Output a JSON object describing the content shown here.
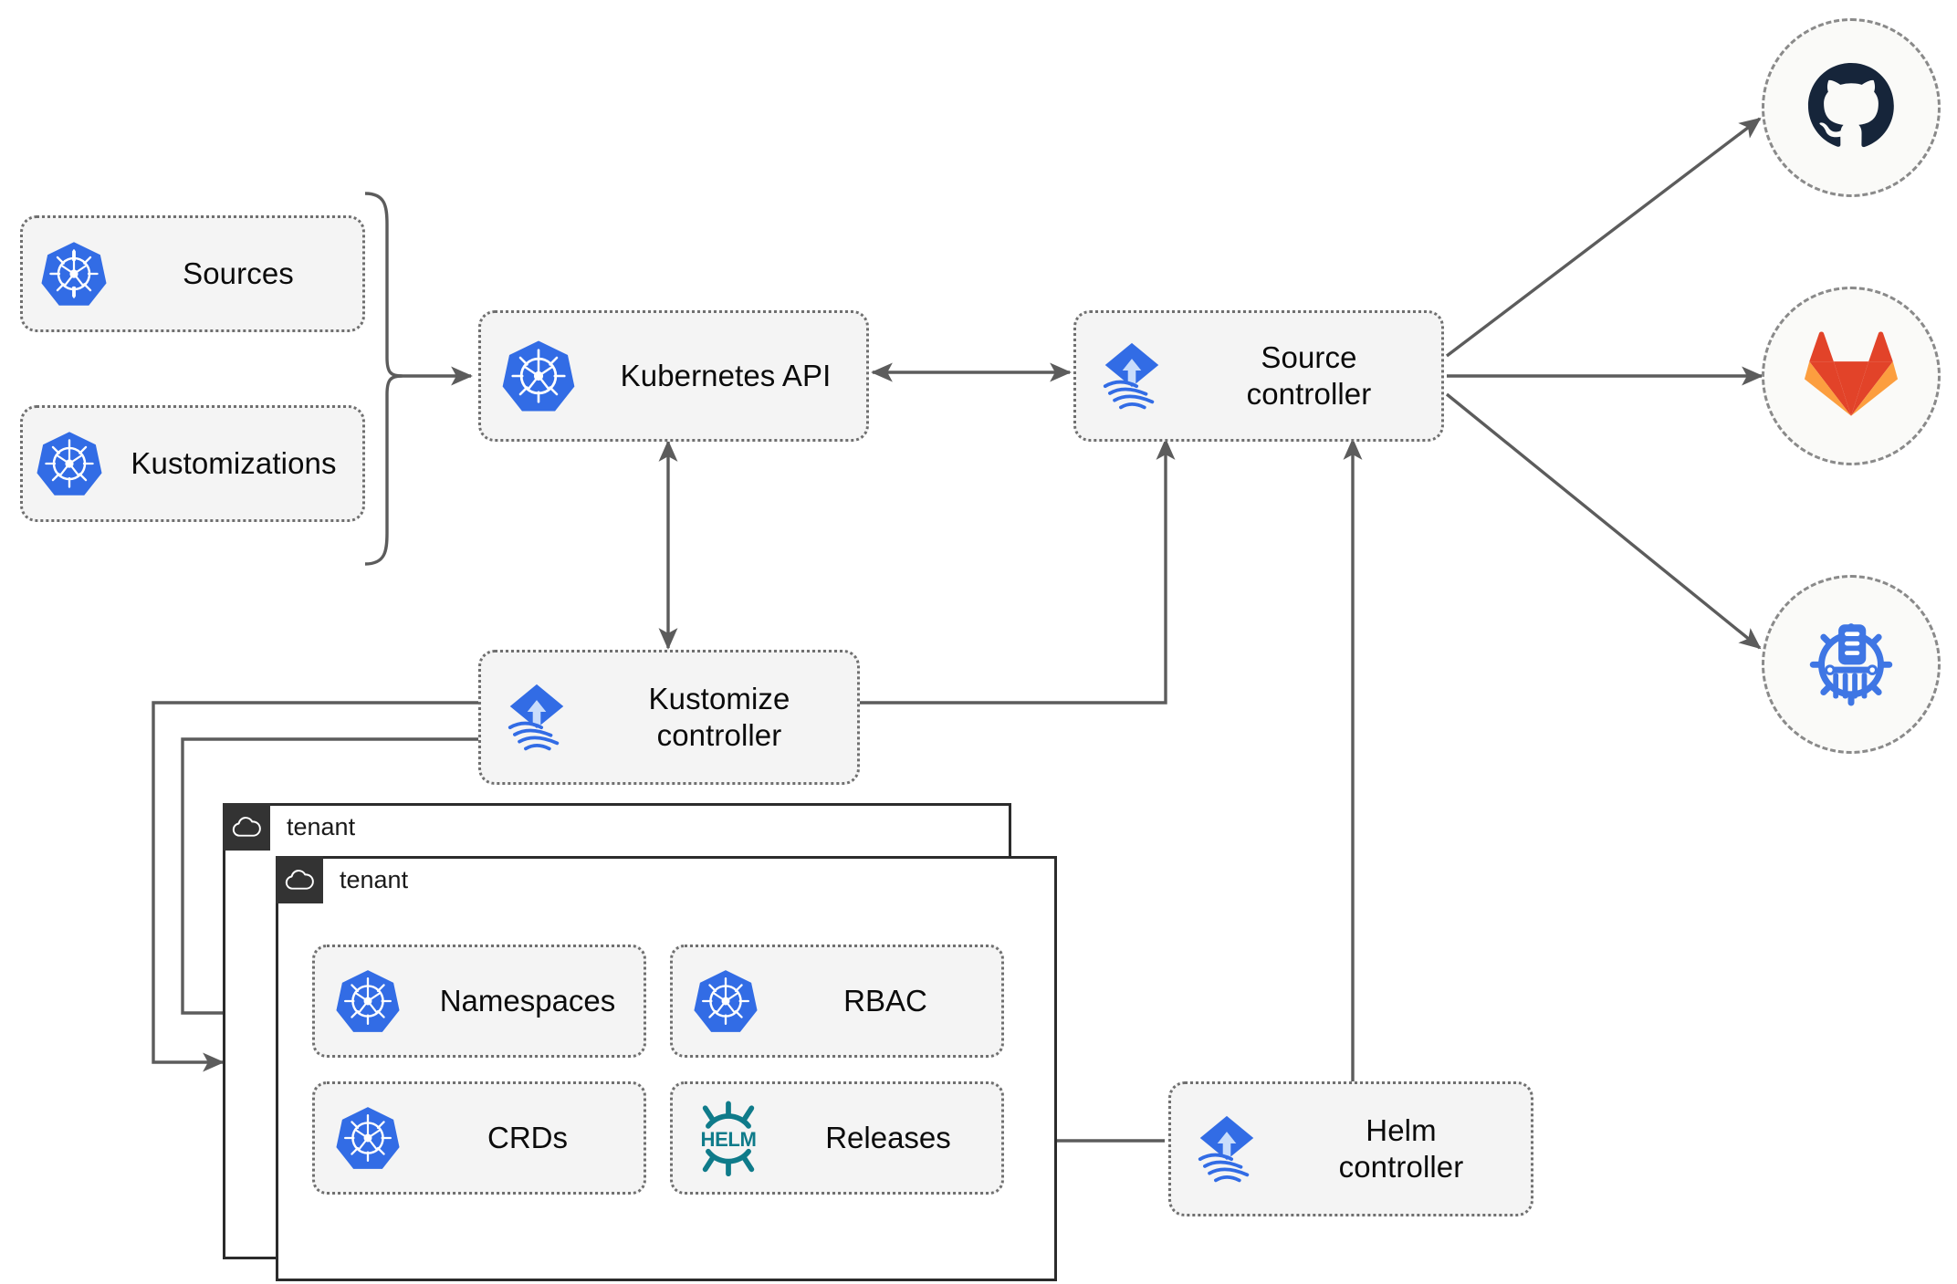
{
  "diagram": {
    "title": "Flux GitOps toolkit architecture",
    "colors": {
      "kubernetes_blue": "#326ce5",
      "flux_blue": "#326ce5",
      "helm_teal": "#0f7b8a",
      "github_navy": "#16253a",
      "gitlab_orange_dark": "#e24329",
      "gitlab_orange_light": "#fc9e3f",
      "bucket_blue": "#3f76e4",
      "node_fill": "#f4f4f4",
      "node_border": "#6f6f6f",
      "edge_stroke": "#5c5c5c",
      "tenant_border": "#2b2b2b",
      "tenant_tab_bg": "#333333"
    }
  },
  "resources": [
    {
      "id": "sources",
      "label": "Sources",
      "icon": "kubernetes-icon"
    },
    {
      "id": "kustomizations",
      "label": "Kustomizations",
      "icon": "kubernetes-icon"
    }
  ],
  "controllers": [
    {
      "id": "kubernetes-api",
      "label": "Kubernetes API",
      "icon": "kubernetes-icon"
    },
    {
      "id": "source-controller",
      "label": "Source\ncontroller",
      "icon": "flux-icon"
    },
    {
      "id": "kustomize-controller",
      "label": "Kustomize\ncontroller",
      "icon": "flux-icon"
    },
    {
      "id": "helm-controller",
      "label": "Helm\ncontroller",
      "icon": "flux-icon"
    }
  ],
  "artifact_sources": [
    {
      "id": "github",
      "label": "github-icon",
      "icon": "github-icon"
    },
    {
      "id": "gitlab",
      "label": "gitlab-icon",
      "icon": "gitlab-icon"
    },
    {
      "id": "helm-repo",
      "label": "helm-repository-icon",
      "icon": "helm-repository-icon"
    }
  ],
  "tenants": [
    {
      "id": "tenant-outer",
      "label": "tenant",
      "icon": "cloud-icon"
    },
    {
      "id": "tenant-inner",
      "label": "tenant",
      "icon": "cloud-icon"
    }
  ],
  "tenant_resources": [
    {
      "id": "namespaces",
      "label": "Namespaces",
      "icon": "kubernetes-icon"
    },
    {
      "id": "rbac",
      "label": "RBAC",
      "icon": "kubernetes-icon"
    },
    {
      "id": "crds",
      "label": "CRDs",
      "icon": "kubernetes-icon"
    },
    {
      "id": "releases",
      "label": "Releases",
      "icon": "helm-icon"
    }
  ],
  "edges": [
    {
      "from": "sources-kustomizations-bracket",
      "to": "kubernetes-api",
      "direction": "forward"
    },
    {
      "from": "kubernetes-api",
      "to": "source-controller",
      "direction": "both"
    },
    {
      "from": "kubernetes-api",
      "to": "kustomize-controller",
      "direction": "both"
    },
    {
      "from": "kustomize-controller",
      "to": "source-controller",
      "direction": "forward"
    },
    {
      "from": "helm-controller",
      "to": "source-controller",
      "direction": "forward"
    },
    {
      "from": "source-controller",
      "to": "github",
      "direction": "forward"
    },
    {
      "from": "source-controller",
      "to": "gitlab",
      "direction": "forward"
    },
    {
      "from": "source-controller",
      "to": "helm-repo",
      "direction": "forward"
    },
    {
      "from": "kustomize-controller",
      "to": "tenant-outer",
      "direction": "forward"
    },
    {
      "from": "kustomize-controller",
      "to": "tenant-inner",
      "direction": "forward"
    },
    {
      "from": "helm-controller",
      "to": "releases",
      "direction": "forward"
    }
  ]
}
